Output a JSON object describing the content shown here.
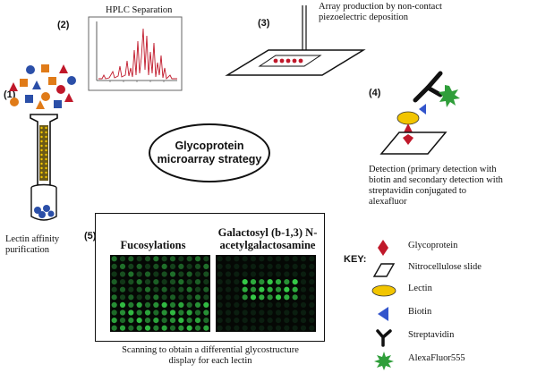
{
  "steps": {
    "s1": {
      "num": "(1)",
      "caption": "Lectin affinity purification"
    },
    "s2": {
      "num": "(2)",
      "caption": "HPLC Separation"
    },
    "s3": {
      "num": "(3)",
      "caption": "Array production by non-contact piezoelectric deposition"
    },
    "s4": {
      "num": "(4)",
      "caption": "Detection (primary detection with biotin and secondary detection with streptavidin conjugated to alexafluor"
    },
    "s5": {
      "num": "(5)",
      "caption": "Scanning to obtain a differential glycostructure display for each lectin"
    }
  },
  "center": {
    "title": "Glycoprotein microarray strategy"
  },
  "panels": {
    "left_title": "Fucosylations",
    "right_title": "Galactosyl (b-1,3) N-acetylgalactosamine"
  },
  "key": {
    "label": "KEY:",
    "items": [
      {
        "name": "Glycoprotein",
        "icon": "red-diamond",
        "color": "#c0182a"
      },
      {
        "name": "Nitrocellulose slide",
        "icon": "white-parallelogram",
        "color": "#ffffff"
      },
      {
        "name": "Lectin",
        "icon": "yellow-ellipse",
        "color": "#f2c500"
      },
      {
        "name": "Biotin",
        "icon": "blue-triangle",
        "color": "#3355cc"
      },
      {
        "name": "Streptavidin",
        "icon": "black-y-shape",
        "color": "#111111"
      },
      {
        "name": "AlexaFluor555",
        "icon": "green-star",
        "color": "#2f9e3a"
      }
    ]
  }
}
